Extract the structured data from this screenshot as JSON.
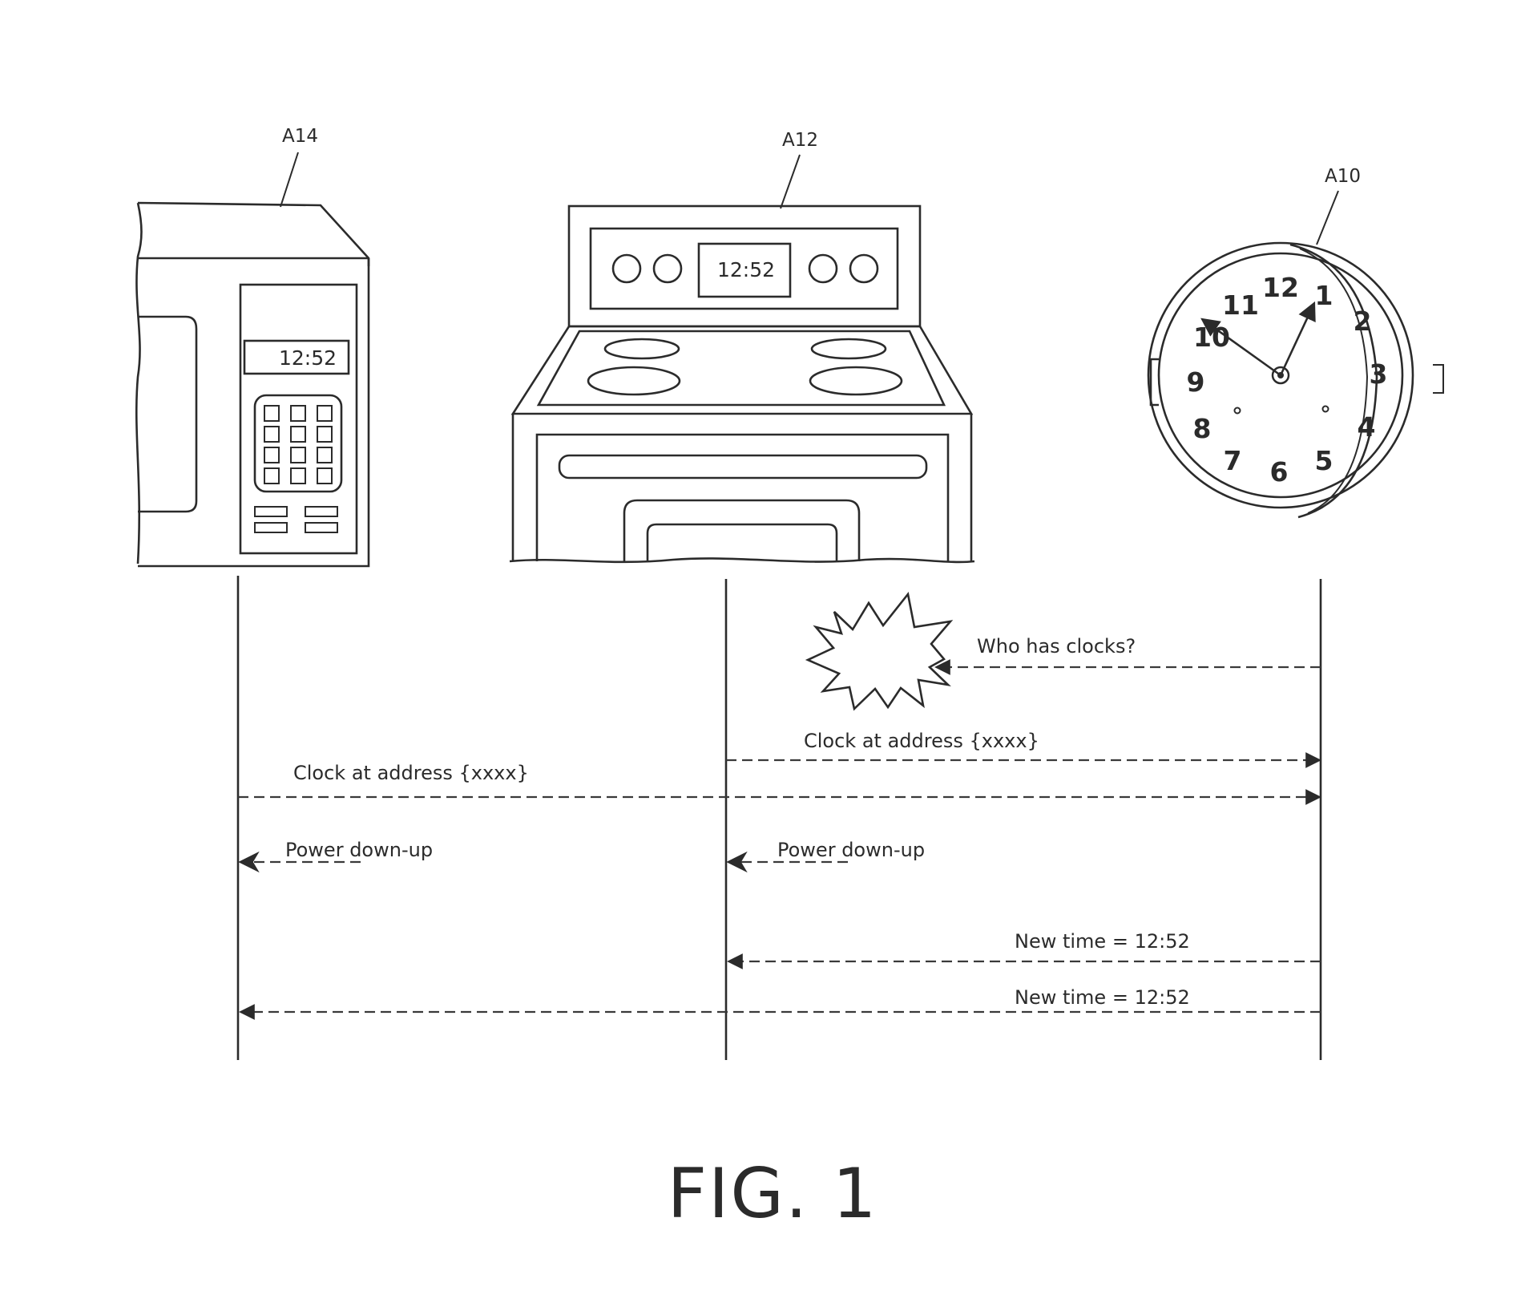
{
  "devices": {
    "microwave": {
      "ref": "A14",
      "display_time": "12:52"
    },
    "stove": {
      "ref": "A12",
      "display_time": "12:52"
    },
    "clock": {
      "ref": "A10",
      "dial_numbers": [
        "12",
        "1",
        "2",
        "3",
        "4",
        "5",
        "6",
        "7",
        "8",
        "9",
        "10",
        "11"
      ]
    }
  },
  "messages": {
    "who_has_clocks": "Who has clocks?",
    "stove_clock_address": "Clock at address {xxxx}",
    "microwave_clock_address": "Clock at address {xxxx}",
    "microwave_power": "Power down-up",
    "stove_power": "Power down-up",
    "stove_new_time": "New time = 12:52",
    "microwave_new_time": "New time = 12:52"
  },
  "figure_label": "FIG. 1"
}
